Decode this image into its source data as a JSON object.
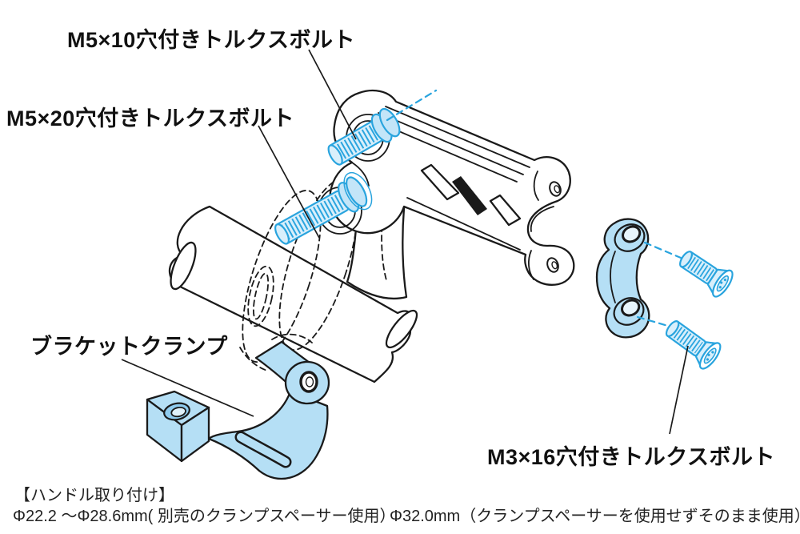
{
  "diagram": {
    "title_context": "handlebar bracket mounting exploded diagram",
    "callouts": {
      "bolt_m5x10": "M5×10穴付きトルクスボルト",
      "bolt_m5x20": "M5×20穴付きトルクスボルト",
      "bracket_clamp": "ブラケットクランプ",
      "bolt_m3x16": "M3×16穴付きトルクスボルト"
    },
    "footer": {
      "heading": "【ハンドル取り付け】",
      "spec_spacer": "Φ22.2 ～Φ28.6mm( 別売のクランプスペーサー使用）",
      "spec_direct": "Φ32.0mm（クランプスペーサーを使用せずそのまま使用）"
    },
    "colors": {
      "highlight_part_fill": "#B5DFF5",
      "highlight_part_stroke": "#29A4DE",
      "outline": "#1a1a1a",
      "background": "#ffffff"
    }
  }
}
